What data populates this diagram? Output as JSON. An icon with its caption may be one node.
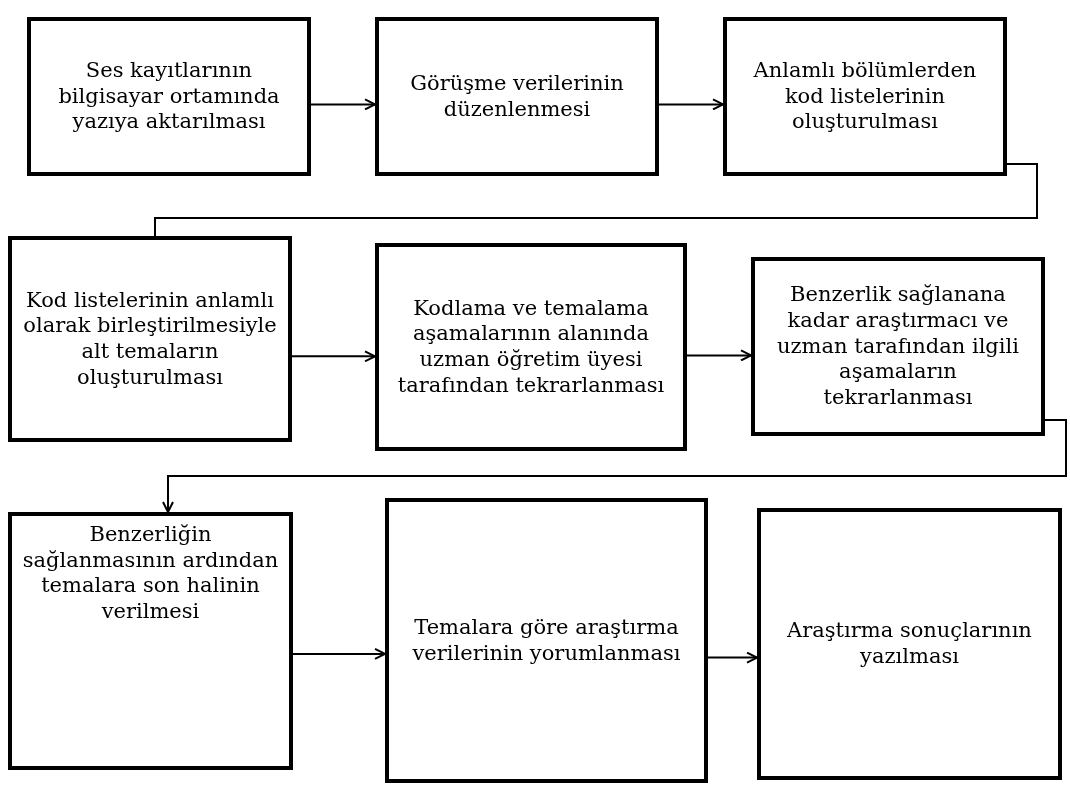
{
  "diagram": {
    "nodes": [
      {
        "text": [
          "Ses kayıtlarının bilgisayar ortamında yazıya aktarılması"
        ]
      },
      {
        "text": [
          "Görüşme verilerinin düzenlenmesi"
        ]
      },
      {
        "text": [
          "Anlamlı bölümlerden kod listelerinin oluşturulması"
        ]
      },
      {
        "text": [
          "Kod listelerinin anlamlı olarak birleştirilmesiyle alt temaların oluşturulması"
        ]
      },
      {
        "text": [
          "Kodlama ve temalama aşamalarının alanında uzman öğretim üyesi tarafından tekrarlanması"
        ]
      },
      {
        "text": [
          "Benzerlik sağlanana kadar araştırmacı ve uzman tarafından ilgili aşamaların tekrarlanması"
        ]
      },
      {
        "text": [
          "Benzerliğin sağlanmasının ardından temalara son halinin verilmesi"
        ]
      },
      {
        "text": [
          "Temalara göre araştırma verilerinin yorumlanması"
        ]
      },
      {
        "text": [
          "Araştırma sonuçlarının yazılması"
        ]
      }
    ],
    "edges": [
      {
        "from": 0,
        "to": 1,
        "arrow": "to"
      },
      {
        "from": 1,
        "to": 2,
        "arrow": "to"
      },
      {
        "from": 2,
        "to": 3,
        "arrow": "none"
      },
      {
        "from": 3,
        "to": 4,
        "arrow": "to"
      },
      {
        "from": 4,
        "to": 5,
        "arrow": "to"
      },
      {
        "from": 5,
        "to": 6,
        "arrow": "to"
      },
      {
        "from": 6,
        "to": 7,
        "arrow": "to"
      },
      {
        "from": 7,
        "to": 8,
        "arrow": "to"
      }
    ]
  }
}
